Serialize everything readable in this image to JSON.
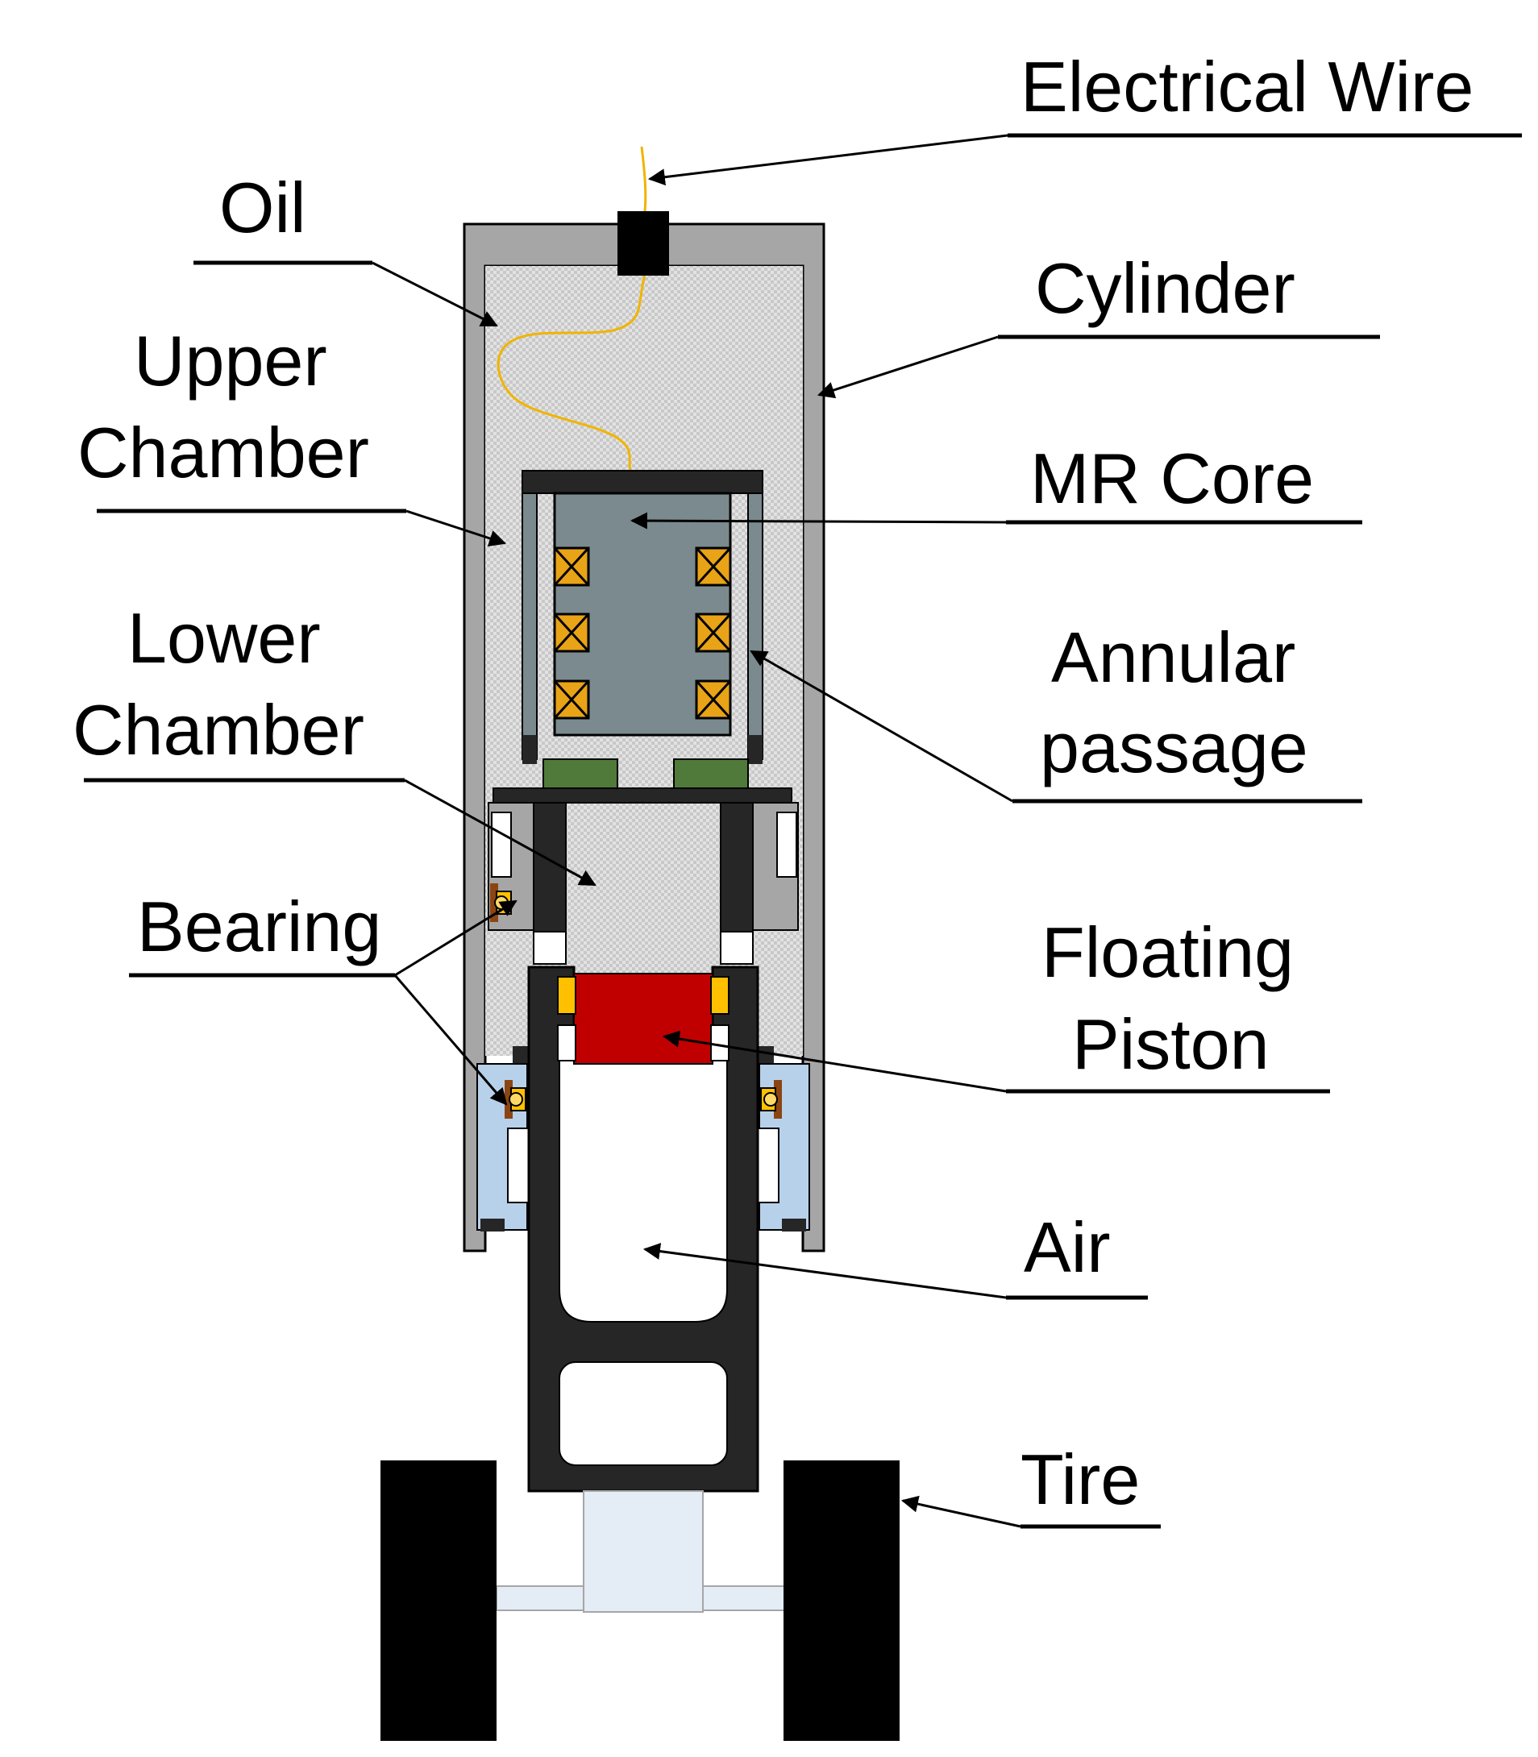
{
  "labels": {
    "electrical_wire": "Electrical Wire",
    "oil": "Oil",
    "cylinder": "Cylinder",
    "upper_chamber_1": "Upper",
    "upper_chamber_2": "Chamber",
    "mr_core": "MR Core",
    "lower_chamber_1": "Lower",
    "lower_chamber_2": "Chamber",
    "annular_passage_1": "Annular",
    "annular_passage_2": "passage",
    "bearing": "Bearing",
    "floating_piston_1": "Floating",
    "floating_piston_2": "Piston",
    "air": "Air",
    "tire": "Tire"
  },
  "colors": {
    "cylinder_wall": "#a6a6a6",
    "oil_fill": "#d9d9d9",
    "mr_core": "#7b8a8e",
    "coil": "#e8a317",
    "green_ring": "#4f7a3a",
    "floating_piston": "#c00000",
    "bearing": "#ffc000",
    "bearing_housing": "#b8d1ea",
    "wire": "#f0b400",
    "rod": "#262626",
    "tire": "#000000",
    "axle": "#e4ecf6"
  }
}
